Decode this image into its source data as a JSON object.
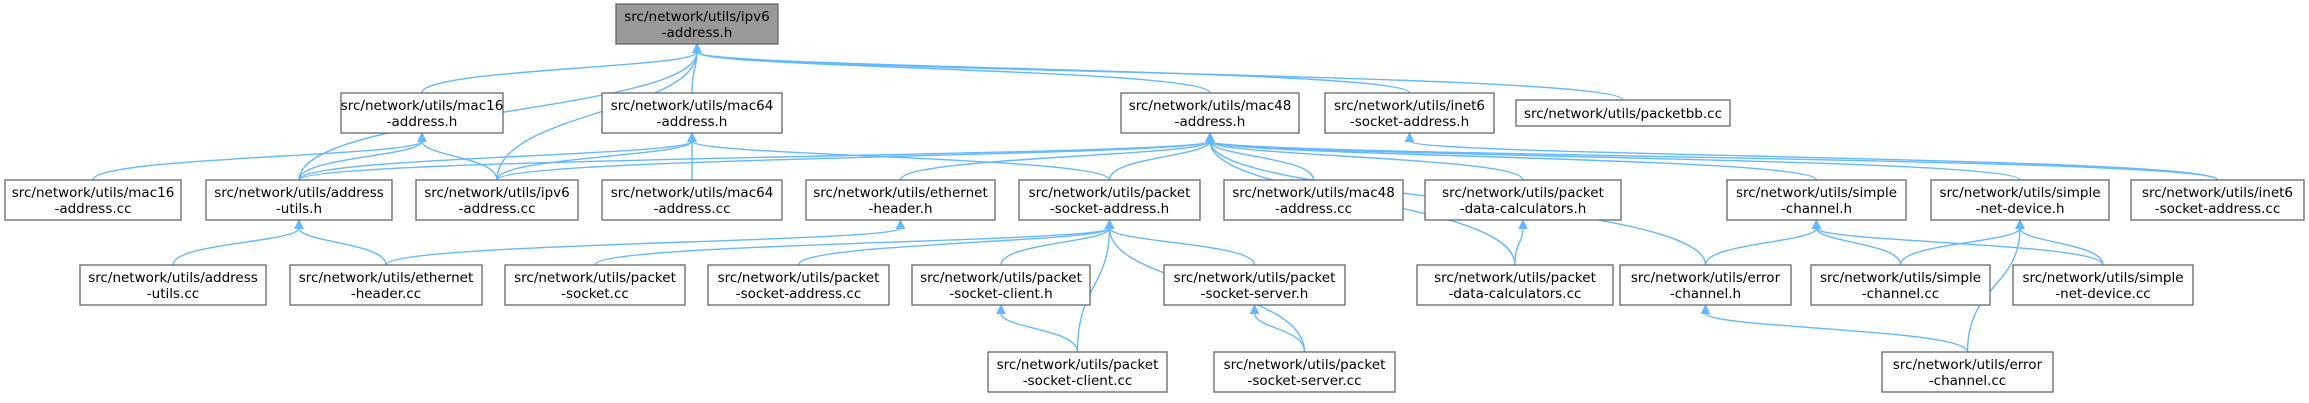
{
  "diagram": {
    "nodes": [
      {
        "id": "ipv6_h",
        "lines": [
          "src/network/utils/ipv6",
          "-address.h"
        ],
        "root": true
      },
      {
        "id": "mac16_h",
        "lines": [
          "src/network/utils/mac16",
          "-address.h"
        ]
      },
      {
        "id": "mac64_h",
        "lines": [
          "src/network/utils/mac64",
          "-address.h"
        ]
      },
      {
        "id": "mac48_h",
        "lines": [
          "src/network/utils/mac48",
          "-address.h"
        ]
      },
      {
        "id": "inet6_h",
        "lines": [
          "src/network/utils/inet6",
          "-socket-address.h"
        ]
      },
      {
        "id": "packetbb_cc",
        "lines": [
          "src/network/utils/packetbb.cc"
        ]
      },
      {
        "id": "mac16_cc",
        "lines": [
          "src/network/utils/mac16",
          "-address.cc"
        ]
      },
      {
        "id": "addr_utils_h",
        "lines": [
          "src/network/utils/address",
          "-utils.h"
        ]
      },
      {
        "id": "ipv6_cc",
        "lines": [
          "src/network/utils/ipv6",
          "-address.cc"
        ]
      },
      {
        "id": "mac64_cc",
        "lines": [
          "src/network/utils/mac64",
          "-address.cc"
        ]
      },
      {
        "id": "eth_h",
        "lines": [
          "src/network/utils/ethernet",
          "-header.h"
        ]
      },
      {
        "id": "pkt_sock_addr_h",
        "lines": [
          "src/network/utils/packet",
          "-socket-address.h"
        ]
      },
      {
        "id": "mac48_cc",
        "lines": [
          "src/network/utils/mac48",
          "-address.cc"
        ]
      },
      {
        "id": "pkt_data_calc_h",
        "lines": [
          "src/network/utils/packet",
          "-data-calculators.h"
        ]
      },
      {
        "id": "simple_ch_h",
        "lines": [
          "src/network/utils/simple",
          "-channel.h"
        ]
      },
      {
        "id": "simple_nd_h",
        "lines": [
          "src/network/utils/simple",
          "-net-device.h"
        ]
      },
      {
        "id": "inet6_cc",
        "lines": [
          "src/network/utils/inet6",
          "-socket-address.cc"
        ]
      },
      {
        "id": "addr_utils_cc",
        "lines": [
          "src/network/utils/address",
          "-utils.cc"
        ]
      },
      {
        "id": "eth_cc",
        "lines": [
          "src/network/utils/ethernet",
          "-header.cc"
        ]
      },
      {
        "id": "pkt_sock_cc",
        "lines": [
          "src/network/utils/packet",
          "-socket.cc"
        ]
      },
      {
        "id": "pkt_sock_addr_cc",
        "lines": [
          "src/network/utils/packet",
          "-socket-address.cc"
        ]
      },
      {
        "id": "pkt_sock_client_h",
        "lines": [
          "src/network/utils/packet",
          "-socket-client.h"
        ]
      },
      {
        "id": "pkt_sock_server_h",
        "lines": [
          "src/network/utils/packet",
          "-socket-server.h"
        ]
      },
      {
        "id": "pkt_data_calc_cc",
        "lines": [
          "src/network/utils/packet",
          "-data-calculators.cc"
        ]
      },
      {
        "id": "err_ch_h",
        "lines": [
          "src/network/utils/error",
          "-channel.h"
        ]
      },
      {
        "id": "simple_ch_cc",
        "lines": [
          "src/network/utils/simple",
          "-channel.cc"
        ]
      },
      {
        "id": "simple_nd_cc",
        "lines": [
          "src/network/utils/simple",
          "-net-device.cc"
        ]
      },
      {
        "id": "pkt_sock_client_cc",
        "lines": [
          "src/network/utils/packet",
          "-socket-client.cc"
        ]
      },
      {
        "id": "pkt_sock_server_cc",
        "lines": [
          "src/network/utils/packet",
          "-socket-server.cc"
        ]
      },
      {
        "id": "err_ch_cc",
        "lines": [
          "src/network/utils/error",
          "-channel.cc"
        ]
      }
    ],
    "edges": [
      [
        "ipv6_h",
        "mac16_h"
      ],
      [
        "ipv6_h",
        "mac64_h"
      ],
      [
        "ipv6_h",
        "mac48_h"
      ],
      [
        "ipv6_h",
        "inet6_h"
      ],
      [
        "ipv6_h",
        "packetbb_cc"
      ],
      [
        "ipv6_h",
        "addr_utils_h"
      ],
      [
        "ipv6_h",
        "ipv6_cc"
      ],
      [
        "mac16_h",
        "mac16_cc"
      ],
      [
        "mac16_h",
        "addr_utils_h"
      ],
      [
        "mac16_h",
        "ipv6_cc"
      ],
      [
        "mac64_h",
        "addr_utils_h"
      ],
      [
        "mac64_h",
        "ipv6_cc"
      ],
      [
        "mac64_h",
        "mac64_cc"
      ],
      [
        "mac64_h",
        "pkt_sock_addr_h"
      ],
      [
        "mac48_h",
        "addr_utils_h"
      ],
      [
        "mac48_h",
        "ipv6_cc"
      ],
      [
        "mac48_h",
        "eth_h"
      ],
      [
        "mac48_h",
        "pkt_sock_addr_h"
      ],
      [
        "mac48_h",
        "mac48_cc"
      ],
      [
        "mac48_h",
        "pkt_data_calc_h"
      ],
      [
        "mac48_h",
        "pkt_data_calc_cc"
      ],
      [
        "mac48_h",
        "simple_ch_h"
      ],
      [
        "mac48_h",
        "simple_nd_h"
      ],
      [
        "mac48_h",
        "inet6_cc"
      ],
      [
        "mac48_h",
        "err_ch_h"
      ],
      [
        "inet6_h",
        "inet6_cc"
      ],
      [
        "addr_utils_h",
        "addr_utils_cc"
      ],
      [
        "addr_utils_h",
        "eth_cc"
      ],
      [
        "eth_h",
        "eth_cc"
      ],
      [
        "pkt_sock_addr_h",
        "pkt_sock_cc"
      ],
      [
        "pkt_sock_addr_h",
        "pkt_sock_addr_cc"
      ],
      [
        "pkt_sock_addr_h",
        "pkt_sock_client_h"
      ],
      [
        "pkt_sock_addr_h",
        "pkt_sock_client_cc"
      ],
      [
        "pkt_sock_addr_h",
        "pkt_sock_server_h"
      ],
      [
        "pkt_sock_addr_h",
        "pkt_sock_server_cc"
      ],
      [
        "pkt_data_calc_h",
        "pkt_data_calc_cc"
      ],
      [
        "simple_ch_h",
        "err_ch_h"
      ],
      [
        "simple_ch_h",
        "simple_ch_cc"
      ],
      [
        "simple_ch_h",
        "simple_nd_cc"
      ],
      [
        "simple_nd_h",
        "simple_ch_cc"
      ],
      [
        "simple_nd_h",
        "simple_nd_cc"
      ],
      [
        "simple_nd_h",
        "err_ch_cc"
      ],
      [
        "pkt_sock_client_h",
        "pkt_sock_client_cc"
      ],
      [
        "pkt_sock_server_h",
        "pkt_sock_server_cc"
      ],
      [
        "err_ch_h",
        "err_ch_cc"
      ]
    ]
  }
}
